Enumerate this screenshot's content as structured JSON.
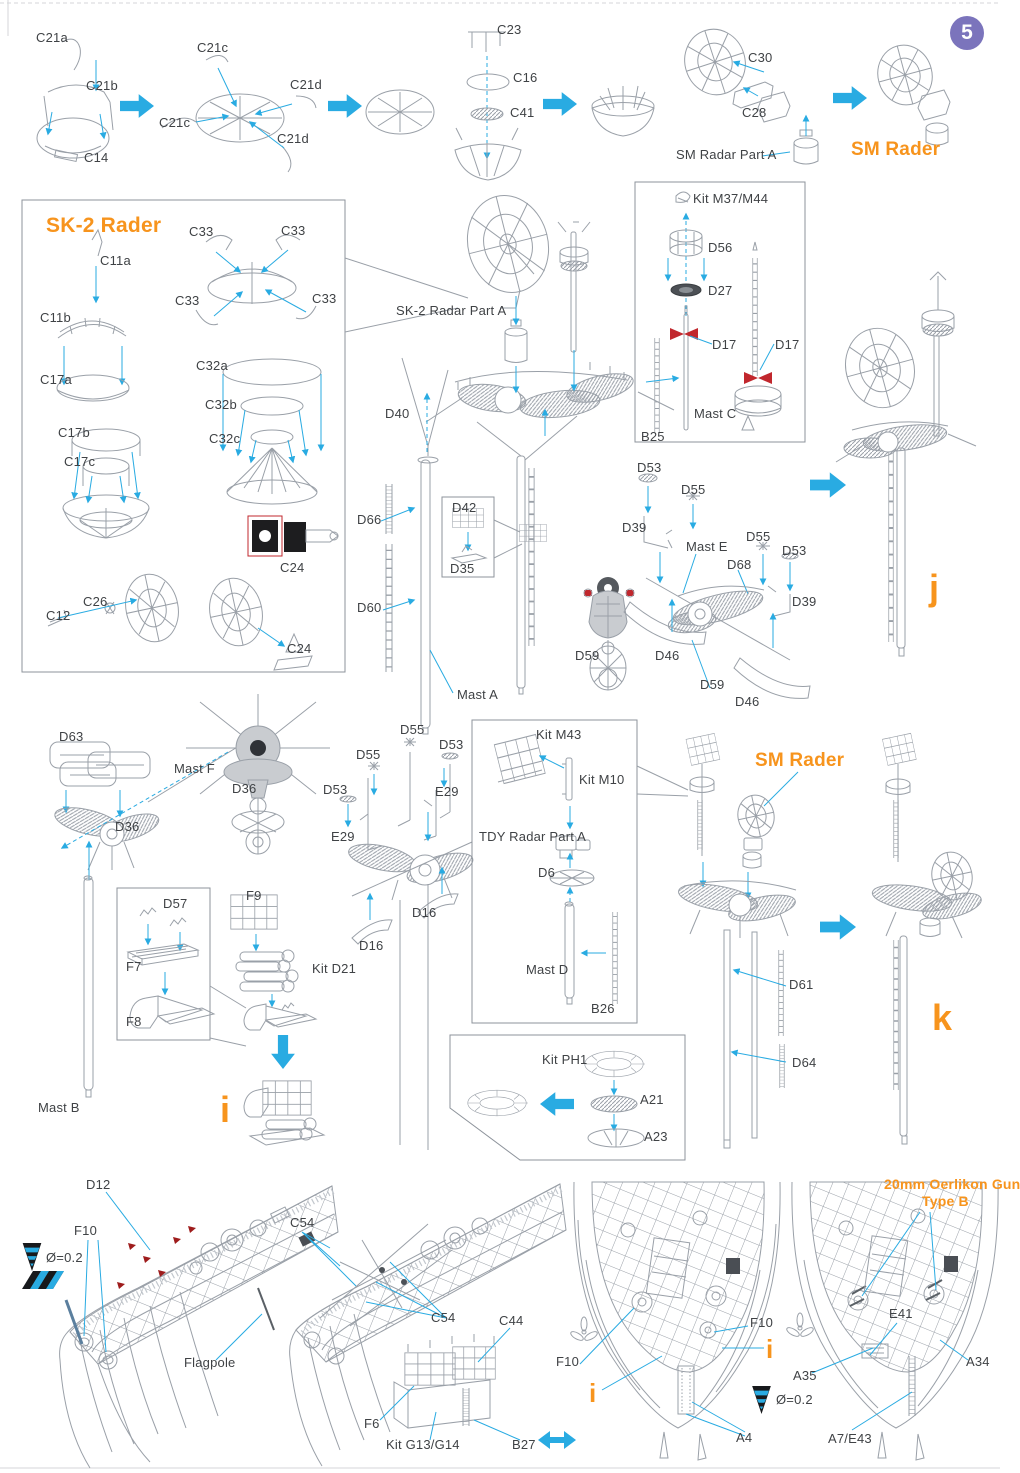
{
  "page": {
    "number": "5"
  },
  "colors": {
    "accent_blue": "#29abe2",
    "label_orange": "#f7941d",
    "badge_purple": "#7b74bc",
    "part_red": "#c1272d",
    "line_gray": "#9aa0a8",
    "text": "#3f4245"
  },
  "top_row": {
    "c21a": "C21a",
    "c21b": "C21b",
    "c14": "C14",
    "c21c": "C21c",
    "c21d": "C21d",
    "c23": "C23",
    "c16": "C16",
    "c41": "C41",
    "c30": "C30",
    "c28": "C28",
    "sm_radar_part_a": "SM Radar Part A",
    "sm_rader": "SM Rader"
  },
  "sk2_box": {
    "title": "SK-2 Rader",
    "c11a": "C11a",
    "c11b": "C11b",
    "c17a": "C17a",
    "c17b": "C17b",
    "c17c": "C17c",
    "c33": "C33",
    "c32a": "C32a",
    "c32b": "C32b",
    "c32c": "C32c",
    "c24": "C24",
    "c26": "C26",
    "c12": "C12"
  },
  "center": {
    "sk2_radar_part_a": "SK-2 Radar Part A",
    "d40": "D40",
    "d66": "D66",
    "d60": "D60",
    "d42": "D42",
    "d35": "D35",
    "mast_a": "Mast A",
    "d59": "D59"
  },
  "m37_box": {
    "kit": "Kit M37/M44",
    "d56": "D56",
    "d27": "D27",
    "d17": "D17",
    "mast_c": "Mast C",
    "b25": "B25"
  },
  "mast_e_group": {
    "d53": "D53",
    "d55": "D55",
    "d39": "D39",
    "mast_e": "Mast E",
    "d68": "D68",
    "d46": "D46",
    "d59": "D59"
  },
  "mast_f_group": {
    "d63": "D63",
    "mast_f": "Mast F",
    "d36": "D36"
  },
  "mast_b_group": {
    "mast_b": "Mast B",
    "d57": "D57",
    "f7": "F7",
    "f8": "F8",
    "f9": "F9",
    "kit_d21": "Kit D21"
  },
  "e29_group": {
    "d55": "D55",
    "d53": "D53",
    "e29": "E29",
    "d16": "D16"
  },
  "tdy_box": {
    "kit_m43": "Kit M43",
    "kit_m10": "Kit M10",
    "tdy_radar_part_a": "TDY Radar Part A",
    "d6": "D6",
    "mast_d": "Mast D",
    "b26": "B26"
  },
  "sm_group": {
    "sm_rader": "SM Rader",
    "d61": "D61",
    "d64": "D64"
  },
  "ph1_box": {
    "kit_ph1": "Kit PH1",
    "a21": "A21",
    "a23": "A23"
  },
  "steps": {
    "i": "i",
    "j": "j",
    "k": "k"
  },
  "bottom": {
    "d12": "D12",
    "f10": "F10",
    "drill": "Ø=0.2",
    "c54": "C54",
    "flagpole": "Flagpole",
    "c44": "C44",
    "f6": "F6",
    "kit_g13_g14": "Kit G13/G14",
    "b27": "B27",
    "a4": "A4",
    "a35": "A35",
    "a34": "A34",
    "e41": "E41",
    "a7_e43": "A7/E43",
    "oerlikon_line1": "20mm Oerlikon Gun",
    "oerlikon_line2": "Type B"
  }
}
